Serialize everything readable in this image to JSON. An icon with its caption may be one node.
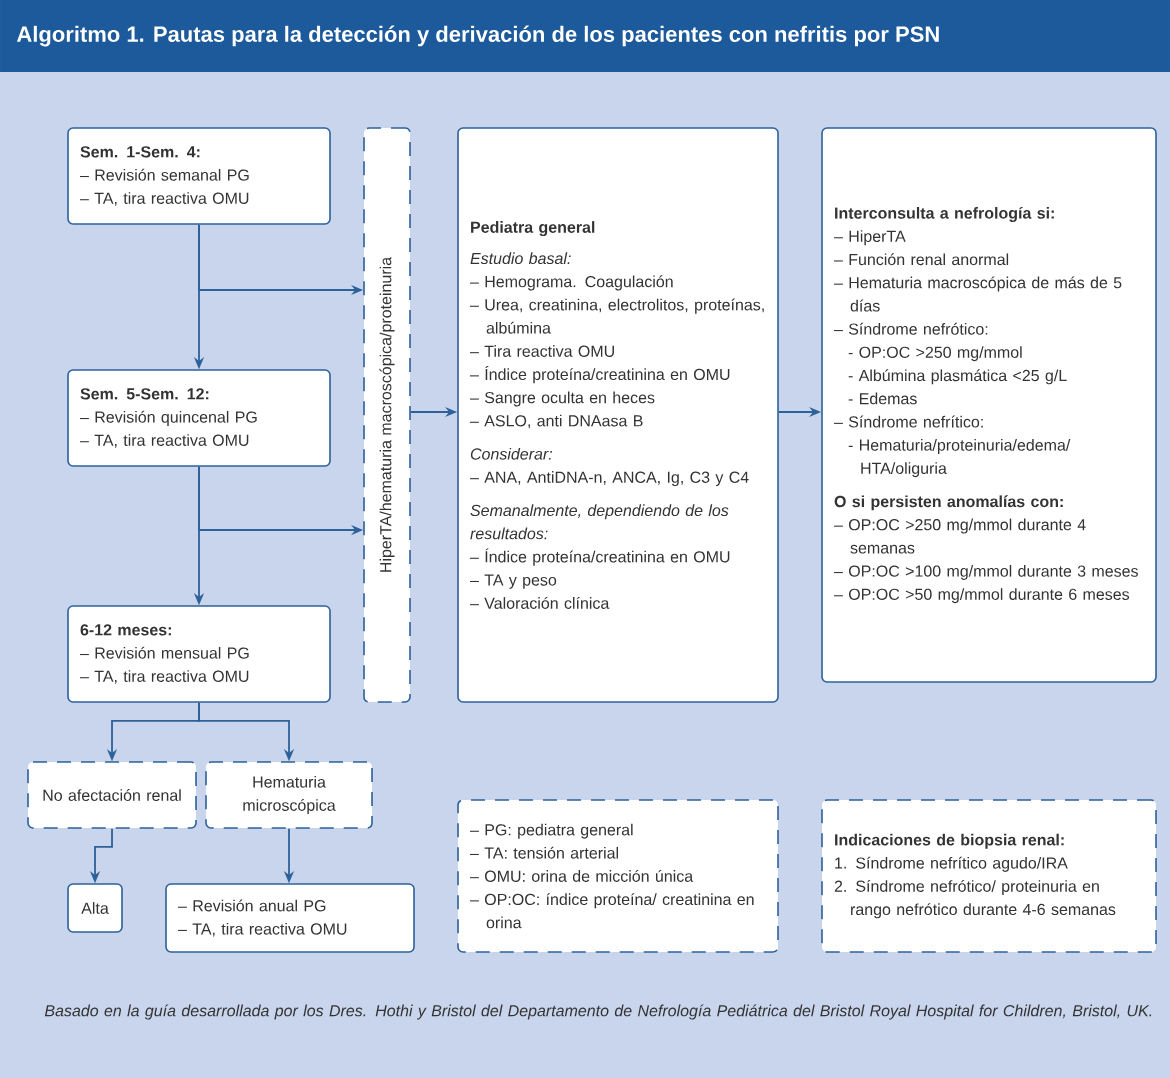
{
  "diagram": {
    "title": "Algoritmo 1. Pautas para la detección y derivación de los pacientes con nefritis por PSN",
    "caption": "Basado en la guía desarrollada por los Dres. Hothi y Bristol del Departamento de Nefrología Pediátrica del Bristol Royal Hospital for Children, Bristol, UK.",
    "nodes": [
      {
        "text": [
          "Sem. 1-Sem. 4:",
          "– Revisión semanal PG",
          "– TA, tira reactiva OMU"
        ]
      },
      {
        "text": [
          "Sem. 5-Sem. 12:",
          "– Revisión quincenal PG",
          "– TA, tira reactiva OMU"
        ]
      },
      {
        "text": [
          "6-12 meses:",
          "– Revisión mensual PG",
          "– TA, tira reactiva OMU"
        ]
      },
      {
        "text": [
          "No afectación renal"
        ]
      },
      {
        "text": [
          "Hematuria microscópica"
        ]
      },
      {
        "text": [
          "Alta"
        ]
      },
      {
        "text": [
          "– Revisión anual PG",
          "– TA, tira reactiva OMU"
        ]
      },
      {
        "text": [
          "HiperTA/hematuria macroscópica/proteinuria"
        ]
      },
      {
        "text": [
          "Pediatra general",
          "Estudio basal:",
          "– Hemograma. Coagulación",
          "– Urea, creatinina, electrolitos, proteínas, albúmina",
          "– Tira reactiva OMU",
          "– Índice proteína/creatinina en OMU",
          "– Sangre oculta en heces",
          "– ASLO, anti DNAasa B",
          "Considerar:",
          "– ANA, AntiDNA-n, ANCA, Ig, C3 y C4",
          "Semanalmente, dependiendo de los resultados:",
          "– Índice proteína/creatinina en OMU",
          "– TA y peso",
          "– Valoración clínica"
        ]
      },
      {
        "text": [
          "Interconsulta a nefrología si:",
          "– HiperTA",
          "– Función renal anormal",
          "– Hematuria macroscópica de más de 5 días",
          "– Síndrome nefrótico:",
          "- OP:OC >250 mg/mmol",
          "- Albúmina plasmática <25 g/L",
          "- Edemas",
          "– Síndrome nefrítico:",
          "- Hematuria/proteinuria/edema/ HTA/oliguria",
          "O si persisten anomalías con:",
          "– OP:OC >250 mg/mmol durante 4 semanas",
          "– OP:OC >100 mg/mmol durante 3 meses",
          "– OP:OC >50 mg/mmol durante 6 meses"
        ]
      },
      {
        "text": [
          "– PG: pediatra general",
          "– TA: tensión arterial",
          "– OMU: orina de micción única",
          "– OP:OC: índice proteína/ creatinina en orina"
        ]
      },
      {
        "text": [
          "Indicaciones de biopsia renal:",
          "1. Síndrome nefrítico agudo/IRA",
          "2. Síndrome nefrótico/ proteinuria en rango nefrótico durante 4-6 semanas"
        ]
      }
    ],
    "edges": [
      {
        "from": 0,
        "to": 1,
        "arrow": "to"
      },
      {
        "from": 0,
        "to": 7,
        "arrow": "to"
      },
      {
        "from": 1,
        "to": 2,
        "arrow": "to"
      },
      {
        "from": 1,
        "to": 7,
        "arrow": "to"
      },
      {
        "from": 2,
        "to": 3,
        "arrow": "to"
      },
      {
        "from": 2,
        "to": 4,
        "arrow": "to"
      },
      {
        "from": 3,
        "to": 5,
        "arrow": "to"
      },
      {
        "from": 4,
        "to": 6,
        "arrow": "to"
      },
      {
        "from": 7,
        "to": 8,
        "arrow": "to"
      },
      {
        "from": 8,
        "to": 9,
        "arrow": "to"
      }
    ]
  }
}
